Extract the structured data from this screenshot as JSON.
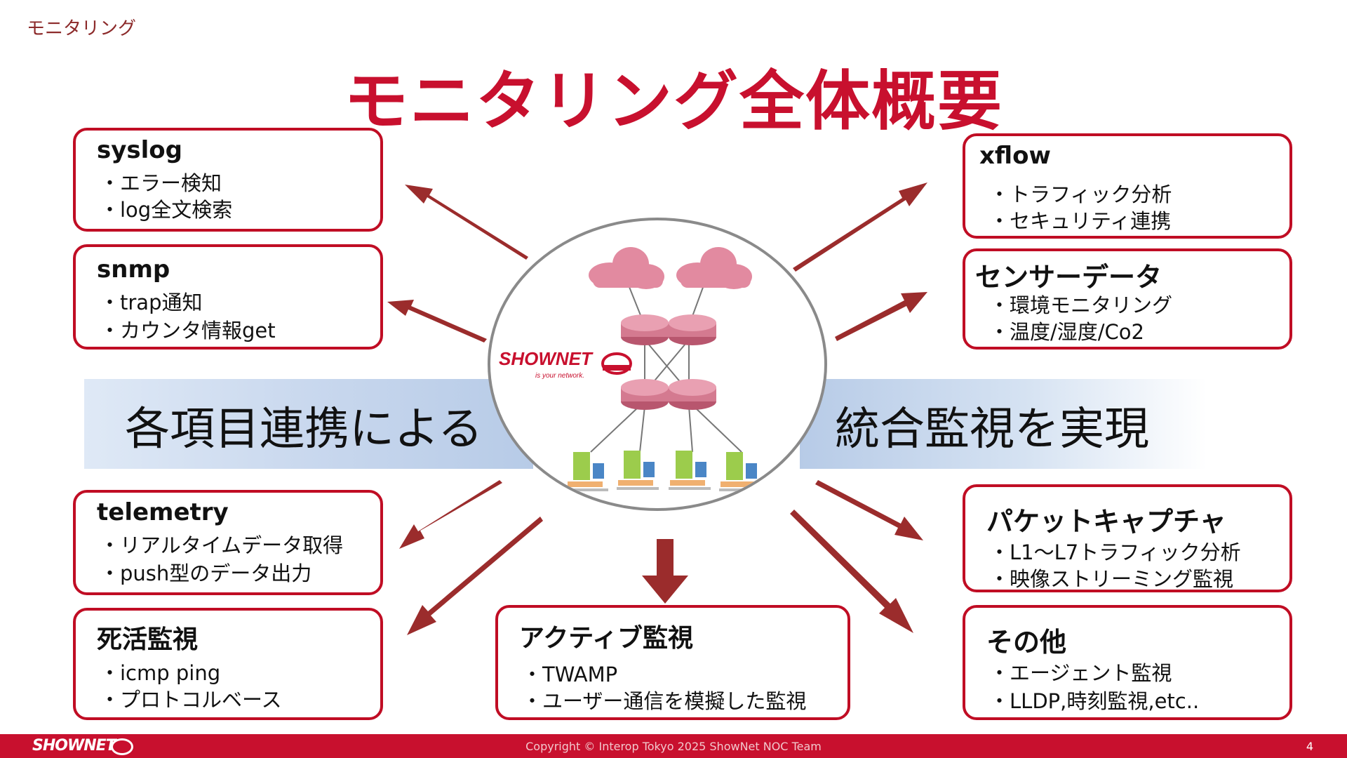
{
  "section_label": "モニタリング",
  "title": "モニタリング全体概要",
  "band": {
    "left_text": "各項目連携による",
    "right_text": "統合監視を実現"
  },
  "hub": {
    "logo_text": "SHOWNET",
    "logo_tagline": "is your network."
  },
  "boxes": {
    "syslog": {
      "title": "syslog",
      "items": [
        "・エラー検知",
        "・log全文検索"
      ]
    },
    "snmp": {
      "title": "snmp",
      "items": [
        "・trap通知",
        "・カウンタ情報get"
      ]
    },
    "telemetry": {
      "title": "telemetry",
      "items": [
        "・リアルタイムデータ取得",
        "・push型のデータ出力"
      ]
    },
    "ping": {
      "title": "死活監視",
      "items": [
        "・icmp ping",
        "・プロトコルベース"
      ]
    },
    "active": {
      "title": "アクティブ監視",
      "items": [
        "・TWAMP",
        "・ユーザー通信を模擬した監視"
      ]
    },
    "xflow": {
      "title": "xflow",
      "items": [
        "・トラフィック分析",
        "・セキュリティ連携"
      ]
    },
    "sensor": {
      "title": "センサーデータ",
      "items": [
        "・環境モニタリング",
        "・温度/湿度/Co2"
      ]
    },
    "capture": {
      "title": "パケットキャプチャ",
      "items": [
        "・L1～L7トラフィック分析",
        "・映像ストリーミング監視"
      ]
    },
    "other": {
      "title": "その他",
      "items": [
        "・エージェント監視",
        "・LLDP,時刻監視,etc.."
      ]
    }
  },
  "footer": {
    "logo": "SHOWNET",
    "copyright": "Copyright © Interop Tokyo 2025 ShowNet NOC Team",
    "page": "4"
  },
  "colors": {
    "accent": "#c8102e",
    "arrow": "#9b2c2c",
    "box_border": "#c00d24",
    "band": "#c9d8ee"
  }
}
